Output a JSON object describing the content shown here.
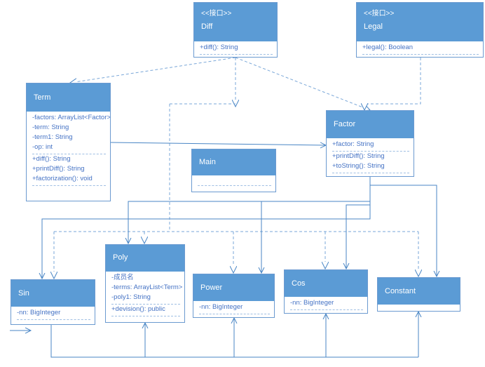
{
  "classes": {
    "diff": {
      "stereotype": "<<接口>>",
      "name": "Diff",
      "attributes": [],
      "methods": [
        "+diff(): String"
      ]
    },
    "legal": {
      "stereotype": "<<接口>>",
      "name": "Legal",
      "attributes": [],
      "methods": [
        "+legal(): Boolean"
      ]
    },
    "term": {
      "name": "Term",
      "attributes": [
        "-factors: ArrayList<Factor>",
        "-term: String",
        "-term1: String",
        "-op: int"
      ],
      "methods": [
        "+diff(): String",
        "+printDiff(): String",
        "+factorization(): void"
      ]
    },
    "factor": {
      "name": "Factor",
      "attributes": [
        "+factor: String"
      ],
      "methods": [
        "+printDiff(): String",
        "+toString(): String"
      ]
    },
    "main": {
      "name": "Main",
      "attributes": [],
      "methods": []
    },
    "poly": {
      "name": "Poly",
      "attributes": [
        "-成员名",
        "-terms: ArrayList<Term>",
        "-poly1: String"
      ],
      "methods": [
        "+devision(): public"
      ]
    },
    "sin": {
      "name": "Sin",
      "attributes": [
        "-nn: BigInteger"
      ],
      "methods": []
    },
    "power": {
      "name": "Power",
      "attributes": [
        "-nn: BigInteger"
      ],
      "methods": []
    },
    "cos": {
      "name": "Cos",
      "attributes": [
        "-nn: BigInteger"
      ],
      "methods": []
    },
    "constant": {
      "name": "Constant",
      "attributes": [],
      "methods": []
    }
  },
  "colors": {
    "header": "#5b9bd5",
    "line": "#4a86c5",
    "text": "#4472c4"
  }
}
